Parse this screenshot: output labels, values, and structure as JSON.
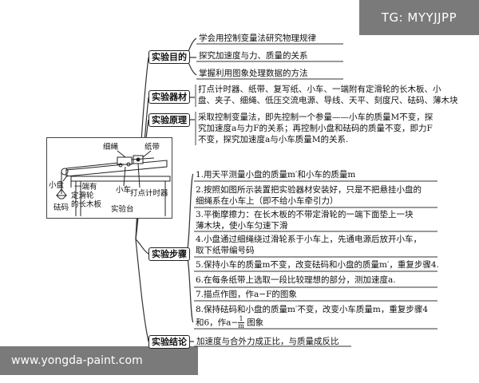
{
  "watermark_top": "TG: MYYJJPP",
  "watermark_bottom": "www.yongda-paint.com",
  "sections": {
    "purpose": {
      "label": "实验目的",
      "items": [
        "学会用控制变量法研究物理规律",
        "探究加速度与力、质量的关系",
        "掌握利用图象处理数据的方法"
      ]
    },
    "equipment": {
      "label": "实验器材",
      "lines": [
        "打点计时器、纸带、复写纸、小车、一端附有定滑轮的长木板、小",
        "盘、夹子、细绳、低压交流电源、导线、天平、刻度尺、砝码、薄木块"
      ]
    },
    "principle": {
      "label": "实验原理",
      "lines": [
        "采取控制变量法，即先控制一个参量——小车的质量M不变，探",
        "究加速度a与力F的关系；再控制小盘和砝码的质量不变，即力F",
        "不变，探究加速度a与小车质量M的关系."
      ]
    },
    "steps": {
      "label": "实验步骤",
      "items": [
        [
          "1.用天平测量小盘的质量m′和小车的质量m"
        ],
        [
          "2.按照如图所示装置把实验器材安装好，只是不把悬挂小盘的",
          "细绳系在小车上（即不给小车牵引力）"
        ],
        [
          "3.平衡摩擦力：在长木板的不带定滑轮的一端下面垫上一块",
          "薄木块，使小车匀速下滑"
        ],
        [
          "4.小盘通过细绳绕过滑轮系于小车上，先通电源后放开小车，",
          "取下纸带编号码"
        ],
        [
          "5.保持小车的质量m不变，改变砝码和小盘的质量m′，重复步骤4."
        ],
        [
          "6.在每条纸带上选取一段比较理想的部分，测加速度a."
        ],
        [
          "7.描点作图，作a−F的图象"
        ],
        [
          "8.保持砝码和小盘的质量m′不变，改变小车质量m，重复步骤4",
          "和6，作a−"
        ]
      ],
      "frac_num": "1",
      "frac_den": "m",
      "step8_tail": "图象"
    },
    "conclusion": {
      "label": "实验结论",
      "text": "加速度与合外力成正比，与质量成反比"
    }
  },
  "apparatus": {
    "labels": {
      "rope": "细绳",
      "tape": "纸带",
      "pan": "小盘",
      "pulley_board": [
        "一端有",
        "定滑轮",
        "的长木板"
      ],
      "cart": "小车",
      "timer": "打点计时器",
      "weights": "砝码",
      "table": "实验台"
    }
  }
}
